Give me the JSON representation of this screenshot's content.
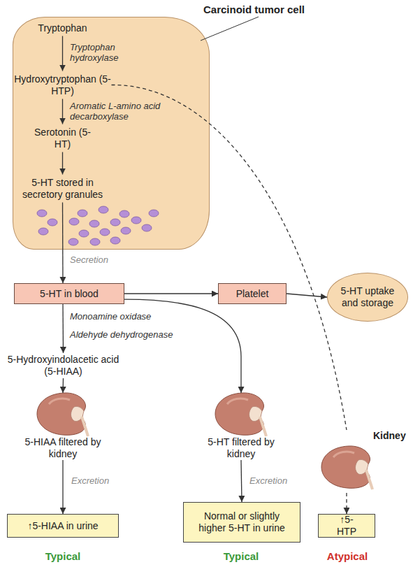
{
  "diagram": {
    "nodes": [
      {
        "text": [
          "Carcinoid tumor cell"
        ]
      },
      {
        "text": [
          "Tryptophan"
        ],
        "in": 0
      },
      {
        "text": [
          "Hydroxytryptophan (5-HTP)"
        ],
        "in": 0
      },
      {
        "text": [
          "Serotonin (5-HT)"
        ],
        "in": 0
      },
      {
        "text": [
          "5-HT stored in secretory granules"
        ],
        "in": 0
      },
      {
        "text": [
          "5-HT in blood"
        ]
      },
      {
        "text": [
          "Platelet"
        ]
      },
      {
        "text": [
          "5-HT uptake and storage"
        ]
      },
      {
        "text": [
          "5-Hydroxyindolacetic acid (5-HIAA)"
        ]
      },
      {
        "text": [
          "5-HIAA filtered by kidney"
        ]
      },
      {
        "text": [
          "5-HT filtered by kidney"
        ]
      },
      {
        "text": [
          "Kidney"
        ]
      },
      {
        "text": [
          "↑5-HIAA in urine"
        ]
      },
      {
        "text": [
          "Normal or slightly higher 5-HT in urine"
        ]
      },
      {
        "text": [
          "↑5-HTP"
        ]
      }
    ],
    "edges": [
      {
        "from": 1,
        "to": 2,
        "arrow": "to",
        "label": "Tryptophan hydroxylase"
      },
      {
        "from": 2,
        "to": 3,
        "arrow": "to",
        "label": "Aromatic L-amino acid decarboxylase"
      },
      {
        "from": 3,
        "to": 4,
        "arrow": "to"
      },
      {
        "from": 4,
        "to": 5,
        "arrow": "to",
        "label": "Secretion"
      },
      {
        "from": 5,
        "to": 6,
        "arrow": "to"
      },
      {
        "from": 6,
        "to": 7,
        "arrow": "to"
      },
      {
        "from": 5,
        "to": 8,
        "arrow": "to",
        "label": "Monoamine oxidase"
      },
      {
        "from": 8,
        "to": 9,
        "arrow": "to"
      },
      {
        "from": 9,
        "to": 12,
        "arrow": "to",
        "label": "Excretion"
      },
      {
        "from": 5,
        "to": 10,
        "arrow": "to"
      },
      {
        "from": 10,
        "to": 13,
        "arrow": "to",
        "label": "Excretion"
      },
      {
        "from": 2,
        "to": 11,
        "arrow": "none"
      },
      {
        "from": 11,
        "to": 14,
        "arrow": "to"
      }
    ],
    "labels": [
      "Aldehyde dehydrogenase",
      "Typical",
      "Typical",
      "Atypical"
    ]
  }
}
